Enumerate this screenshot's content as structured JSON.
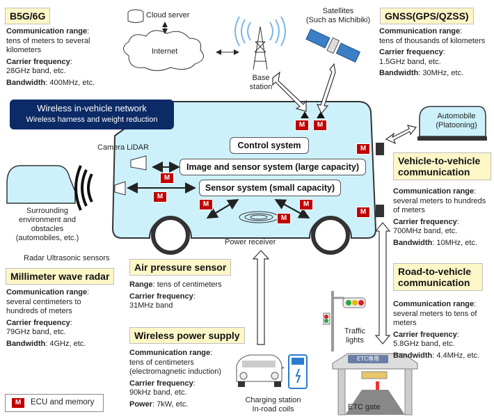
{
  "b5g": {
    "title": "B5G/6G",
    "range_label": "Communication range",
    "range_value": "tens of meters to several kilometers",
    "freq_label": "Carrier frequency",
    "freq_value": "28GHz band, etc.",
    "bw_label": "Bandwidth",
    "bw_value": "400MHz, etc."
  },
  "gnss": {
    "title": "GNSS(GPS/QZSS)",
    "range_label": "Communication range",
    "range_value": "tens of thousands of kilometers",
    "freq_label": "Carrier frequency",
    "freq_value": "1.5GHz band, etc.",
    "bw_label": "Bandwidth",
    "bw_value": "30MHz, etc."
  },
  "cloud_server": "Cloud server",
  "internet": "Internet",
  "base_station": "Base station",
  "satellites": "Satellites",
  "satellites_sub": "(Such as Michibiki)",
  "in_vehicle": {
    "title": "Wireless in-vehicle network",
    "sub": "Wireless harness and weight reduction"
  },
  "systems": {
    "control": "Control system",
    "image": "Image and sensor system (large capacity)",
    "sensor": "Sensor system (small capacity)"
  },
  "camera_lidar": "Camera LiDAR",
  "radar_ultrasonic": "Radar Ultrasonic sensors",
  "surrounding": "Surrounding environment and obstacles (automobiles, etc.)",
  "power_receiver": "Power receiver",
  "automobile": "Automobile (Platooning)",
  "v2v": {
    "title": "Vehicle-to-vehicle communication",
    "range_label": "Communication range",
    "range_value": "several meters to hundreds of meters",
    "freq_label": "Carrier frequency",
    "freq_value": "700MHz band, etc.",
    "bw_label": "Bandwidth",
    "bw_value": "10MHz, etc."
  },
  "r2v": {
    "title": "Road-to-vehicle communication",
    "range_label": "Communication range",
    "range_value": "several meters to tens of meters",
    "freq_label": "Carrier frequency",
    "freq_value": "5.8GHz band, etc.",
    "bw_label": "Bandwidth",
    "bw_value": "4.4MHz, etc."
  },
  "mmwave": {
    "title": "Millimeter wave radar",
    "range_label": "Communication range",
    "range_value": "several centimeters to hundreds of meters",
    "freq_label": "Carrier frequency",
    "freq_value": "79GHz band, etc.",
    "bw_label": "Bandwidth",
    "bw_value": "4GHz, etc."
  },
  "air": {
    "title": "Air pressure sensor",
    "range_label": "Range",
    "range_value": "tens of centimeters",
    "freq_label": "Carrier frequency",
    "freq_value": "31MHz band"
  },
  "wps": {
    "title": "Wireless power supply",
    "range_label": "Communication range",
    "range_value": "tens of centimeters (electromagnetic induction)",
    "freq_label": "Carrier frequency",
    "freq_value": "90kHz band, etc.",
    "power_label": "Power",
    "power_value": "7kW, etc."
  },
  "traffic_lights": "Traffic lights",
  "charging": "Charging station In-road coils",
  "etc_gate": "ETC gate",
  "etc_sign": "ETC専用",
  "legend": {
    "m": "M",
    "label": "ECU and memory"
  },
  "colors": {
    "ecu": "#c00000",
    "navy": "#0b2a66",
    "vehicle_fill": "#cdf1fb",
    "yellow": "#fdf7c8"
  }
}
